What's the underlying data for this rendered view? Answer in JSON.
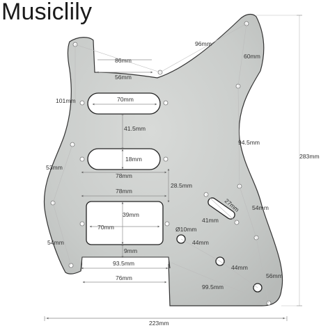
{
  "brand": "Musiclily",
  "dimensions": {
    "neck_outer": "86mm",
    "neck_inner": "56mm",
    "horn_span": "96mm",
    "horn_right": "60mm",
    "top_hole_offset": "101mm",
    "neck_pickup_length": "70mm",
    "pickup_spacing": "41.5mm",
    "right_edge_span": "94.5mm",
    "mid_pickup_height": "18mm",
    "mid_pickup_length": "78mm",
    "total_height": "283mm",
    "left_edge_span": "53mm",
    "mid_to_bridge": "28.5mm",
    "bridge_cavity_width": "78mm",
    "switch_slot_length": "27mm",
    "switch_width": "54mm",
    "bridge_cavity_height": "39mm",
    "bridge_pickup_length": "70mm",
    "switch_spacing": "41mm",
    "jack_hole": "Ø10mm",
    "knob_spacing_1": "44mm",
    "lower_left_span": "54mm",
    "bridge_gap": "9mm",
    "tail_outer": "93.5mm",
    "knob_spacing_2": "44mm",
    "lower_right_span": "56mm",
    "tail_inner": "76mm",
    "tail_diagonal": "99.5mm",
    "total_width": "223mm"
  }
}
